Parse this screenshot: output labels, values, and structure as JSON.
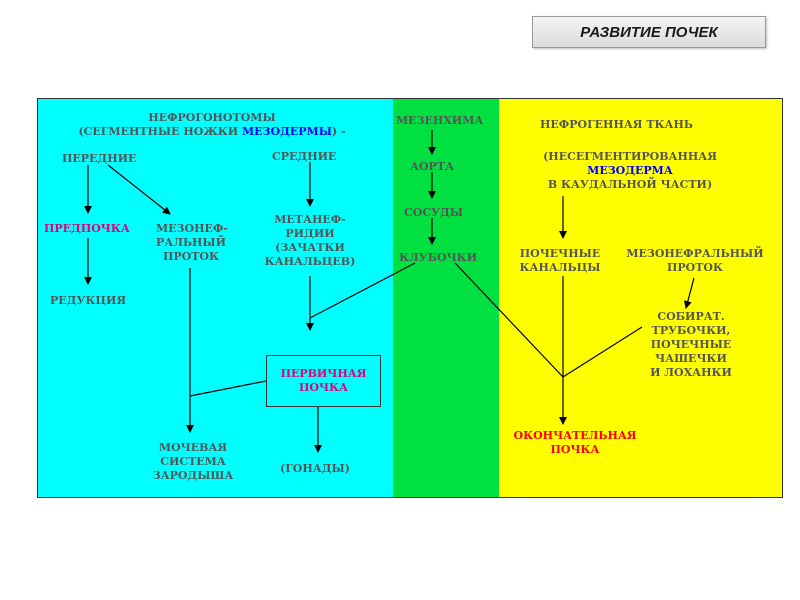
{
  "title": "РАЗВИТИЕ ПОЧЕК",
  "colors": {
    "cyan_panel": "#00ffff",
    "green_panel": "#00e040",
    "yellow_panel": "#ffff00",
    "text_gray": "#555555",
    "red": "#ff0000",
    "magenta": "#e0007a",
    "blue": "#0000ff"
  },
  "left": {
    "header_1": "НЕФРОГОНОТОМЫ",
    "header_2a": "(СЕГМЕНТНЫЕ  НОЖКИ ",
    "header_2b": "МЕЗОДЕРМЫ",
    "header_2c": ") -",
    "anterior": "ПЕРЕДНИЕ",
    "middle": "СРЕДНИЕ",
    "pronephros": "ПРЕДПОЧКА",
    "mesonephric_duct": [
      "МЕЗОНЕФ-",
      "РАЛЬНЫЙ",
      "ПРОТОК"
    ],
    "metanephridia": [
      "МЕТАНЕФ-",
      "РИДИИ",
      "(ЗАЧАТКИ",
      "КАНАЛЬЦЕВ)"
    ],
    "reduction": "РЕДУКЦИЯ",
    "primary_kidney": [
      "ПЕРВИЧНАЯ",
      "ПОЧКА"
    ],
    "urinary_system": [
      "МОЧЕВАЯ",
      "СИСТЕМА",
      "ЗАРОДЫША"
    ],
    "gonads": "(ГОНАДЫ)"
  },
  "mid": {
    "mesenchyme": "МЕЗЕНХИМА",
    "aorta": "АОРТА",
    "vessels": "СОСУДЫ",
    "glomeruli": "КЛУБОЧКИ"
  },
  "right": {
    "header": "НЕФРОГЕННАЯ ТКАНЬ",
    "unsegmented": "(НЕСЕГМЕНТИРОВАННАЯ",
    "mesoderm": "МЕЗОДЕРМА",
    "caudal": "В КАУДАЛЬНОЙ ЧАСТИ)",
    "renal_tubules": [
      "ПОЧЕЧНЫЕ",
      "КАНАЛЬЦЫ"
    ],
    "mesonephric_duct": [
      "МЕЗОНЕФРАЛЬНЫЙ",
      "ПРОТОК"
    ],
    "collecting": [
      "СОБИРАТ.",
      "ТРУБОЧКИ,",
      "ПОЧЕЧНЫЕ",
      "ЧАШЕЧКИ",
      "И ЛОХАНКИ"
    ],
    "final_kidney": [
      "ОКОНЧАТЕЛЬНАЯ",
      "ПОЧКА"
    ]
  }
}
